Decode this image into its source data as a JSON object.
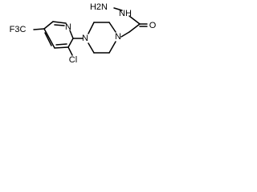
{
  "molecule": {
    "atoms": {
      "hydrazine_nh2": "H2N",
      "hydrazine_nh": "NH",
      "carbonyl_o": "O",
      "pyridine_n": "N",
      "chloro": "Cl",
      "trifluoromethyl": "F3C",
      "piperazine_n1": "N",
      "piperazine_n4": "N"
    }
  }
}
